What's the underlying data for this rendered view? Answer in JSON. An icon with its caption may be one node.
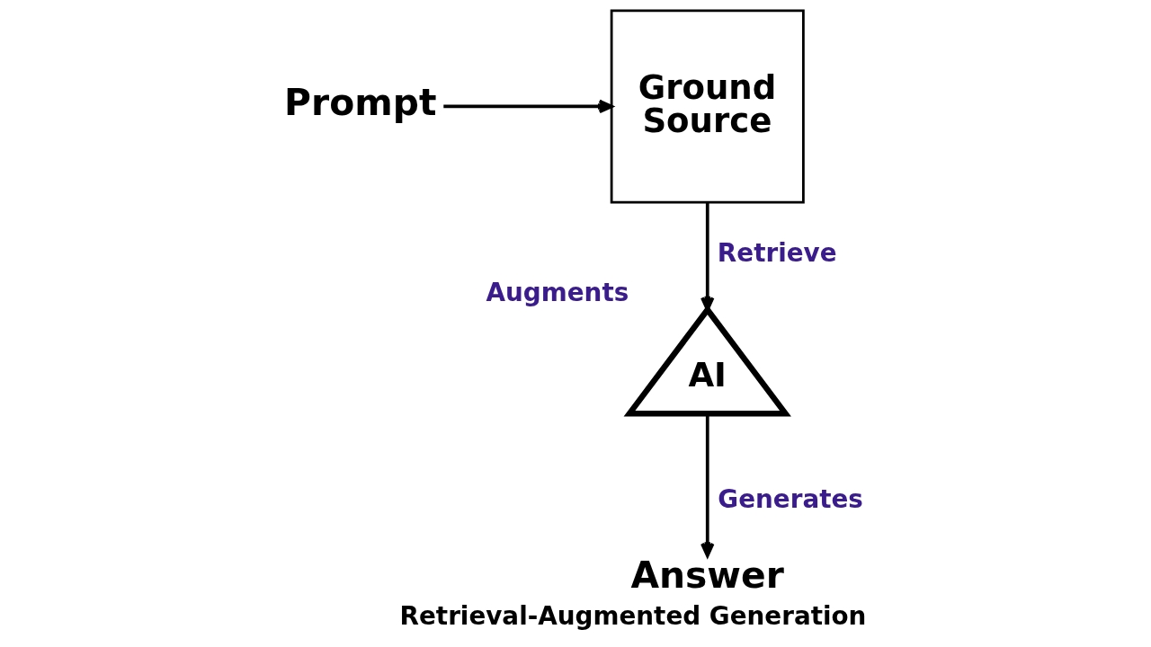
{
  "diagram": {
    "title": "Retrieval-Augmented Generation",
    "nodes": [
      {
        "text": [
          "Prompt"
        ]
      },
      {
        "text": [
          "Ground Source"
        ]
      },
      {
        "text": [
          "AI"
        ],
        "beside": [
          "Augments"
        ]
      },
      {
        "text": [
          "Answer"
        ]
      }
    ],
    "edges": [
      {
        "from": 0,
        "to": 1,
        "arrow": "to"
      },
      {
        "from": 1,
        "to": 2,
        "arrow": "to",
        "label": "Retrieve"
      },
      {
        "from": 2,
        "to": 3,
        "arrow": "to",
        "label": "Generates"
      }
    ]
  }
}
